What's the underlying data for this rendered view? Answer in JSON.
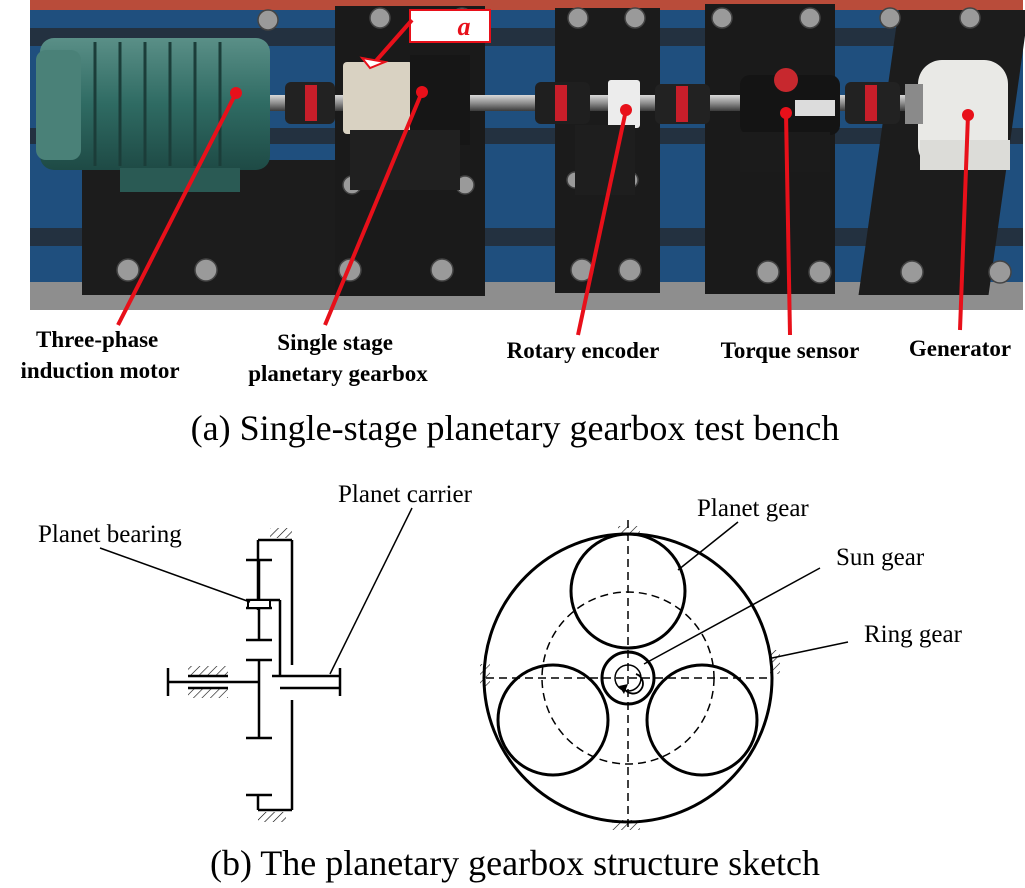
{
  "photo": {
    "callout_letter": "a",
    "component_labels": [
      {
        "id": "motor",
        "lines": [
          "Three-phase",
          "induction motor"
        ]
      },
      {
        "id": "gearbox",
        "lines": [
          "Single stage",
          "planetary gearbox"
        ]
      },
      {
        "id": "encoder",
        "lines": [
          "Rotary encoder"
        ]
      },
      {
        "id": "torque",
        "lines": [
          "Torque sensor"
        ]
      },
      {
        "id": "generator",
        "lines": [
          "Generator"
        ]
      }
    ],
    "colors": {
      "leader_line": "#e8101a",
      "callout_border": "#e8101a",
      "callout_text": "#e8101a"
    }
  },
  "caption_a": "(a) Single-stage planetary gearbox test bench",
  "sketch": {
    "labels": {
      "planet_carrier": "Planet carrier",
      "planet_bearing": "Planet bearing",
      "planet_gear": "Planet gear",
      "sun_gear": "Sun gear",
      "ring_gear": "Ring gear"
    }
  },
  "caption_b": "(b) The planetary gearbox structure sketch"
}
